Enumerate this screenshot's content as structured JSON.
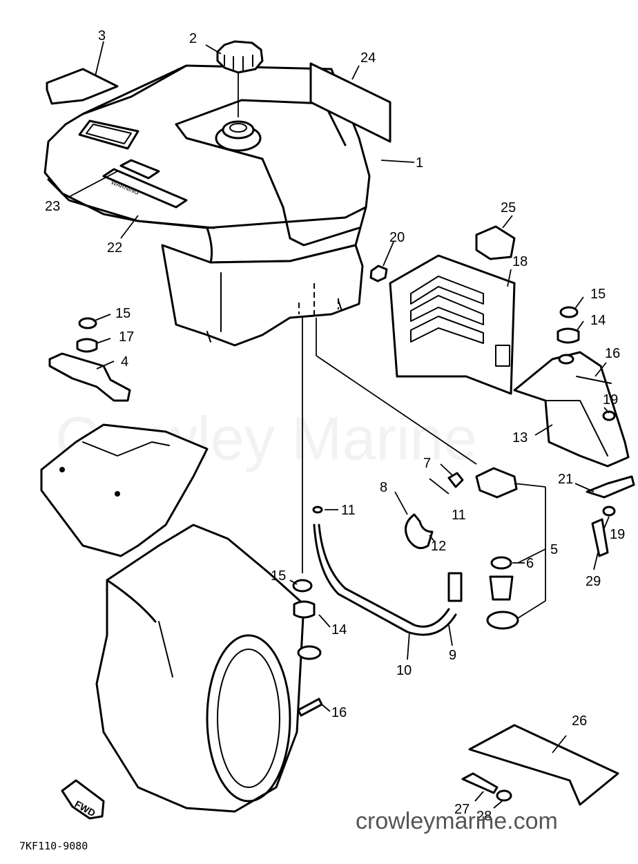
{
  "diagram": {
    "watermark": "Crowley Marine",
    "website": "crowleymarine.com",
    "drawing_code": "7KF110-9080",
    "fwd_label": "FWD",
    "decal_text": "WARNING",
    "callouts": {
      "c1": "1",
      "c2": "2",
      "c3": "3",
      "c4": "4",
      "c5": "5",
      "c6": "6",
      "c7": "7",
      "c8": "8",
      "c9": "9",
      "c10": "10",
      "c11a": "11",
      "c11b": "11",
      "c12": "12",
      "c13": "13",
      "c14a": "14",
      "c14b": "14",
      "c15a": "15",
      "c15b": "15",
      "c15c": "15",
      "c16a": "16",
      "c16b": "16",
      "c17": "17",
      "c18": "18",
      "c19a": "19",
      "c19b": "19",
      "c20": "20",
      "c21": "21",
      "c22": "22",
      "c23": "23",
      "c24": "24",
      "c25": "25",
      "c26": "26",
      "c27": "27",
      "c28": "28",
      "c29": "29"
    }
  }
}
